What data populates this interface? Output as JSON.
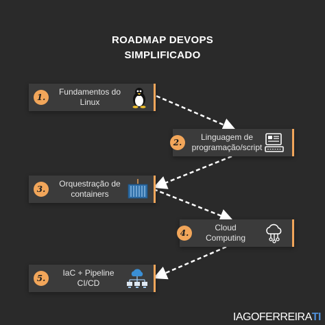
{
  "title_line1": "ROADMAP DEVOPS",
  "title_line2": "SIMPLIFICADO",
  "steps": [
    {
      "num": "1.",
      "line1": "Fundamentos do",
      "line2": "Linux",
      "icon": "linux-penguin-icon"
    },
    {
      "num": "2.",
      "line1": "Linguagem de",
      "line2": "programação/script",
      "icon": "computer-keyboard-icon"
    },
    {
      "num": "3.",
      "line1": "Orquestração de",
      "line2": "containers",
      "icon": "container-icon"
    },
    {
      "num": "4.",
      "line1": "Cloud",
      "line2": "Computing",
      "icon": "cloud-network-icon"
    },
    {
      "num": "5.",
      "line1": "IaC + Pipeline",
      "line2": "CI/CD",
      "icon": "cloud-infrastructure-icon"
    }
  ],
  "brand": {
    "main": "IAGOFERREIRA",
    "suffix": "TI"
  },
  "colors": {
    "accent": "#f2a65a",
    "background": "#2a2a2a",
    "card": "#3b3b3b",
    "brand_blue": "#4f8fd8"
  }
}
